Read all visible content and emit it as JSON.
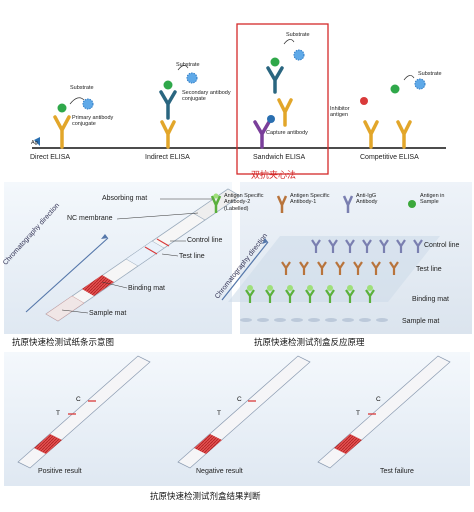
{
  "elisa": {
    "panels": [
      {
        "title": "Direct ELISA",
        "substrate": "Substrate",
        "primary": "Primary antibody\nconjugate",
        "ag": "Ag"
      },
      {
        "title": "Indirect ELISA",
        "substrate": "Substrate",
        "secondary": "Secondary antibody\nconjugate"
      },
      {
        "title": "Sandwich ELISA",
        "substrate": "Substrate",
        "capture": "Capture antibody"
      },
      {
        "title": "Competitive ELISA",
        "substrate": "Substrate",
        "inhibitor": "Inhibitor\nantigen"
      }
    ],
    "sandwich_caption": "双抗夹心法"
  },
  "strip": {
    "absorbing": "Absorbing mat",
    "nc": "NC membrane",
    "control": "Control line",
    "test": "Test line",
    "binding": "Binding mat",
    "sample": "Sample mat",
    "direction": "Chromatography direction",
    "caption": "抗原快速检测试纸条示意图"
  },
  "principle": {
    "legend": [
      {
        "label": "Antigen Specific\nAntibody-2\n(Labelled)",
        "color": "#5ab03c"
      },
      {
        "label": "Antigen Specific\nAntibody-1",
        "color": "#b8743c"
      },
      {
        "label": "Anti-IgG\nAntibody",
        "color": "#7a7fb0"
      },
      {
        "label": "Antigen in\nSample",
        "color": "#3ca83c"
      }
    ],
    "control": "Control line",
    "test": "Test line",
    "binding": "Binding mat",
    "sample": "Sample mat",
    "direction": "Chromatography direction",
    "caption": "抗原快速检测试剂盒反应原理"
  },
  "results": {
    "items": [
      {
        "label": "Positive result",
        "c": "C",
        "t": "T"
      },
      {
        "label": "Negative result",
        "c": "C",
        "t": "T"
      },
      {
        "label": "Test failure",
        "c": "C",
        "t": "T"
      }
    ],
    "caption": "抗原快速检测试剂盒结果判断"
  },
  "colors": {
    "red": "#d93a3a",
    "green": "#3aa845",
    "blue": "#2a6fb0"
  }
}
